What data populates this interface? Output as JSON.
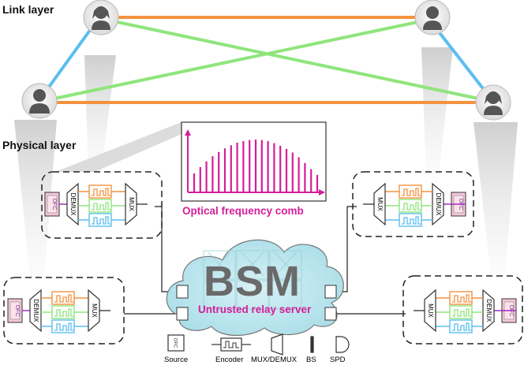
{
  "labels": {
    "link_layer": "Link layer",
    "physical_layer": "Physical layer",
    "comb_title": "Optical frequency comb",
    "bsm": "BSM",
    "relay": "Untrusted relay server",
    "ofc": "OFC",
    "demux": "DEMUX",
    "mux": "MUX",
    "spd": "SPD"
  },
  "legend": [
    {
      "label": "Source"
    },
    {
      "label": "Encoder"
    },
    {
      "label": "MUX/DEMUX"
    },
    {
      "label": "BS"
    },
    {
      "label": "SPD"
    }
  ],
  "colors": {
    "orange": "#f4923f",
    "green": "#8fe57c",
    "blue": "#5bbef0",
    "magenta": "#d41e9a",
    "purple": "#7a2d8f",
    "cloud": "#bfe7ef"
  },
  "comb": {
    "teeth": [
      0.35,
      0.47,
      0.58,
      0.68,
      0.76,
      0.83,
      0.89,
      0.94,
      0.97,
      0.99,
      1.0,
      0.99,
      0.97,
      0.93,
      0.88,
      0.82,
      0.75,
      0.66,
      0.55,
      0.43,
      0.32
    ]
  },
  "users": [
    {
      "name": "user-top-left",
      "icon": "female-user-icon"
    },
    {
      "name": "user-top-right",
      "icon": "male-user-icon"
    },
    {
      "name": "user-left",
      "icon": "male-user-icon"
    },
    {
      "name": "user-right",
      "icon": "female-user-icon"
    }
  ]
}
